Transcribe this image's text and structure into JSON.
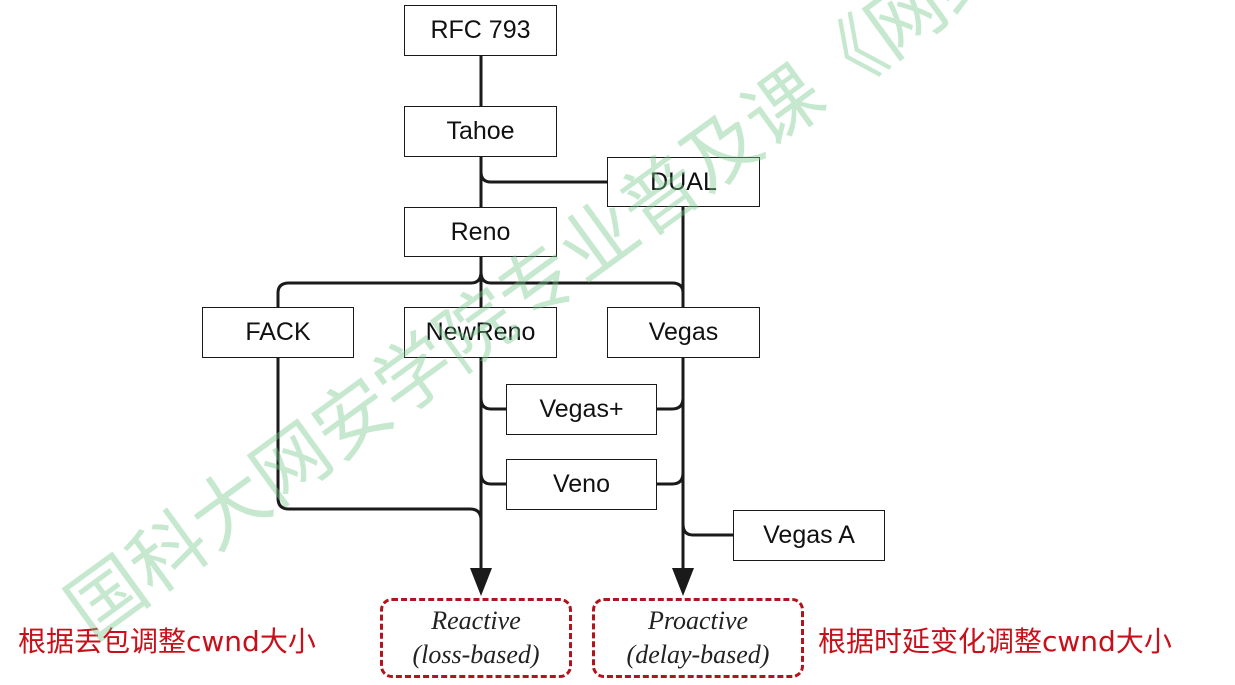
{
  "nodes": {
    "rfc793": "RFC 793",
    "tahoe": "Tahoe",
    "dual": "DUAL",
    "reno": "Reno",
    "fack": "FACK",
    "newreno": "NewReno",
    "vegas": "Vegas",
    "vegas_plus": "Vegas+",
    "veno": "Veno",
    "vegas_a": "Vegas A"
  },
  "categories": {
    "reactive": {
      "line1": "Reactive",
      "line2": "(loss-based)"
    },
    "proactive": {
      "line1": "Proactive",
      "line2": "(delay-based)"
    }
  },
  "annotations": {
    "left": "根据丢包调整cwnd大小",
    "right": "根据时延变化调整cwnd大小"
  },
  "watermark": "国科大网安学院专业普及课《网络协议安全》",
  "colors": {
    "line": "#1a1a1a",
    "accent_red": "#c8101a",
    "watermark_green": "#78c88c"
  }
}
